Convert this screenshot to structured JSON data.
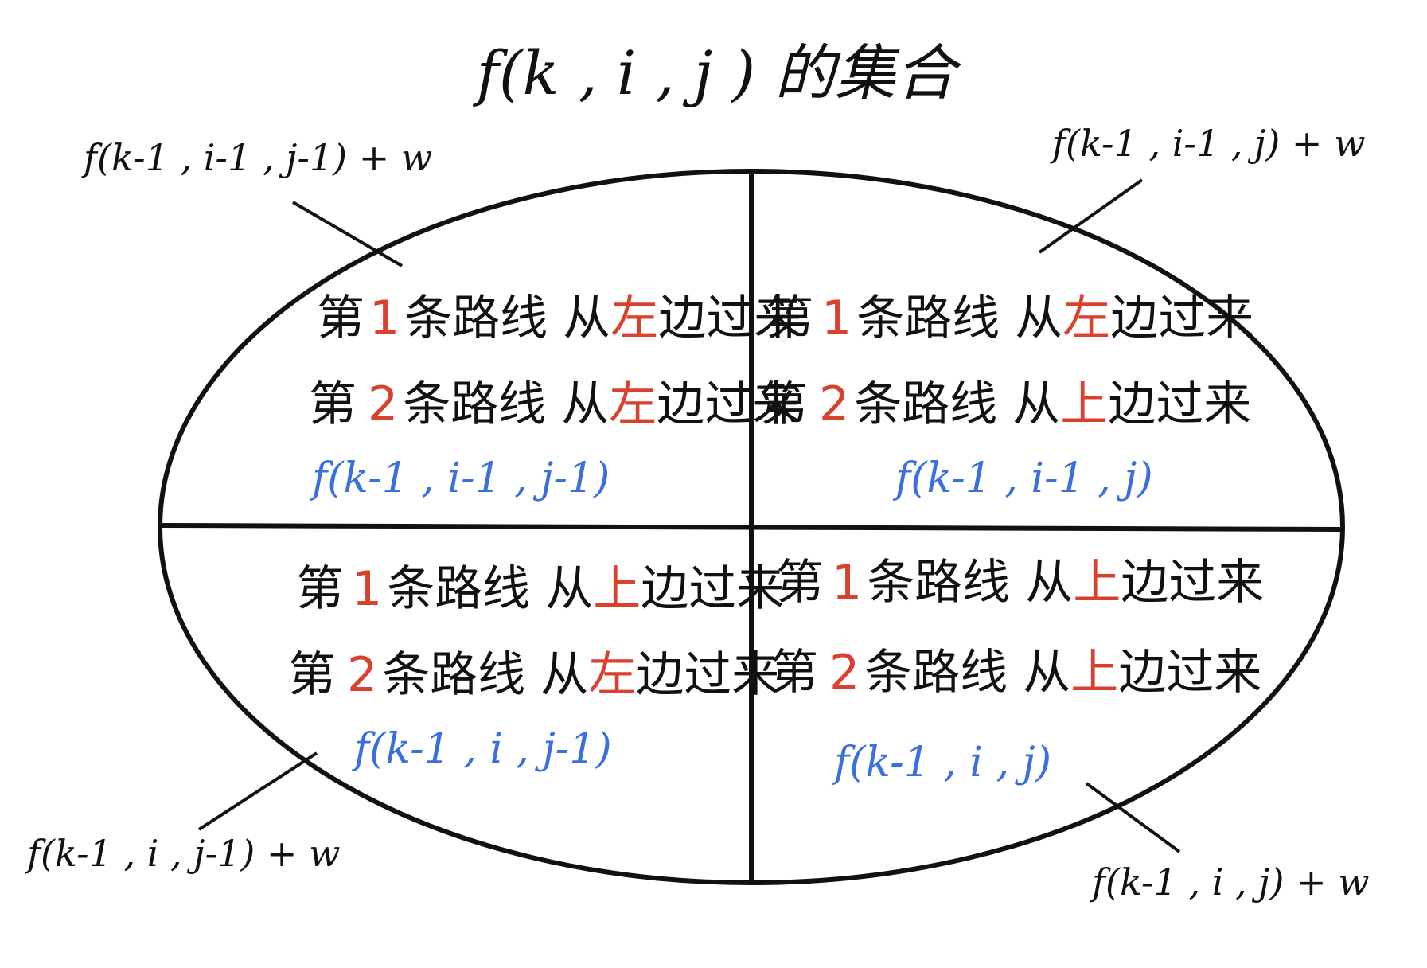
{
  "colors": {
    "ink": "#111111",
    "highlight": "#d9412e",
    "formula": "#3a6fe0"
  },
  "title": "f(k , i , j ) 的集合",
  "outer_labels": {
    "top_left": "f(k-1 , i-1 , j-1) + w",
    "top_right": "f(k-1 , i-1 , j) + w",
    "bottom_left": "f(k-1 , i , j-1) + w",
    "bottom_right": "f(k-1 , i , j) + w"
  },
  "quadrants": {
    "top_left": {
      "line1": {
        "prefix": "第",
        "num": "1",
        "mid": "条路线 从",
        "dir": "左",
        "suffix": "边过来"
      },
      "line2": {
        "prefix": "第",
        "num": "2",
        "mid": "条路线 从",
        "dir": "左",
        "suffix": "边过来"
      },
      "formula": "f(k-1 , i-1 , j-1)"
    },
    "top_right": {
      "line1": {
        "prefix": "第",
        "num": "1",
        "mid": "条路线 从",
        "dir": "左",
        "suffix": "边过来"
      },
      "line2": {
        "prefix": "第",
        "num": "2",
        "mid": "条路线 从",
        "dir": "上",
        "suffix": "边过来"
      },
      "formula": "f(k-1 , i-1 , j)"
    },
    "bottom_left": {
      "line1": {
        "prefix": "第",
        "num": "1",
        "mid": "条路线 从",
        "dir": "上",
        "suffix": "边过来"
      },
      "line2": {
        "prefix": "第",
        "num": "2",
        "mid": "条路线 从",
        "dir": "左",
        "suffix": "边过来"
      },
      "formula": "f(k-1 , i , j-1)"
    },
    "bottom_right": {
      "line1": {
        "prefix": "第",
        "num": "1",
        "mid": "条路线 从",
        "dir": "上",
        "suffix": "边过来"
      },
      "line2": {
        "prefix": "第",
        "num": "2",
        "mid": "条路线 从",
        "dir": "上",
        "suffix": "边过来"
      },
      "formula": "f(k-1 , i , j)"
    }
  }
}
